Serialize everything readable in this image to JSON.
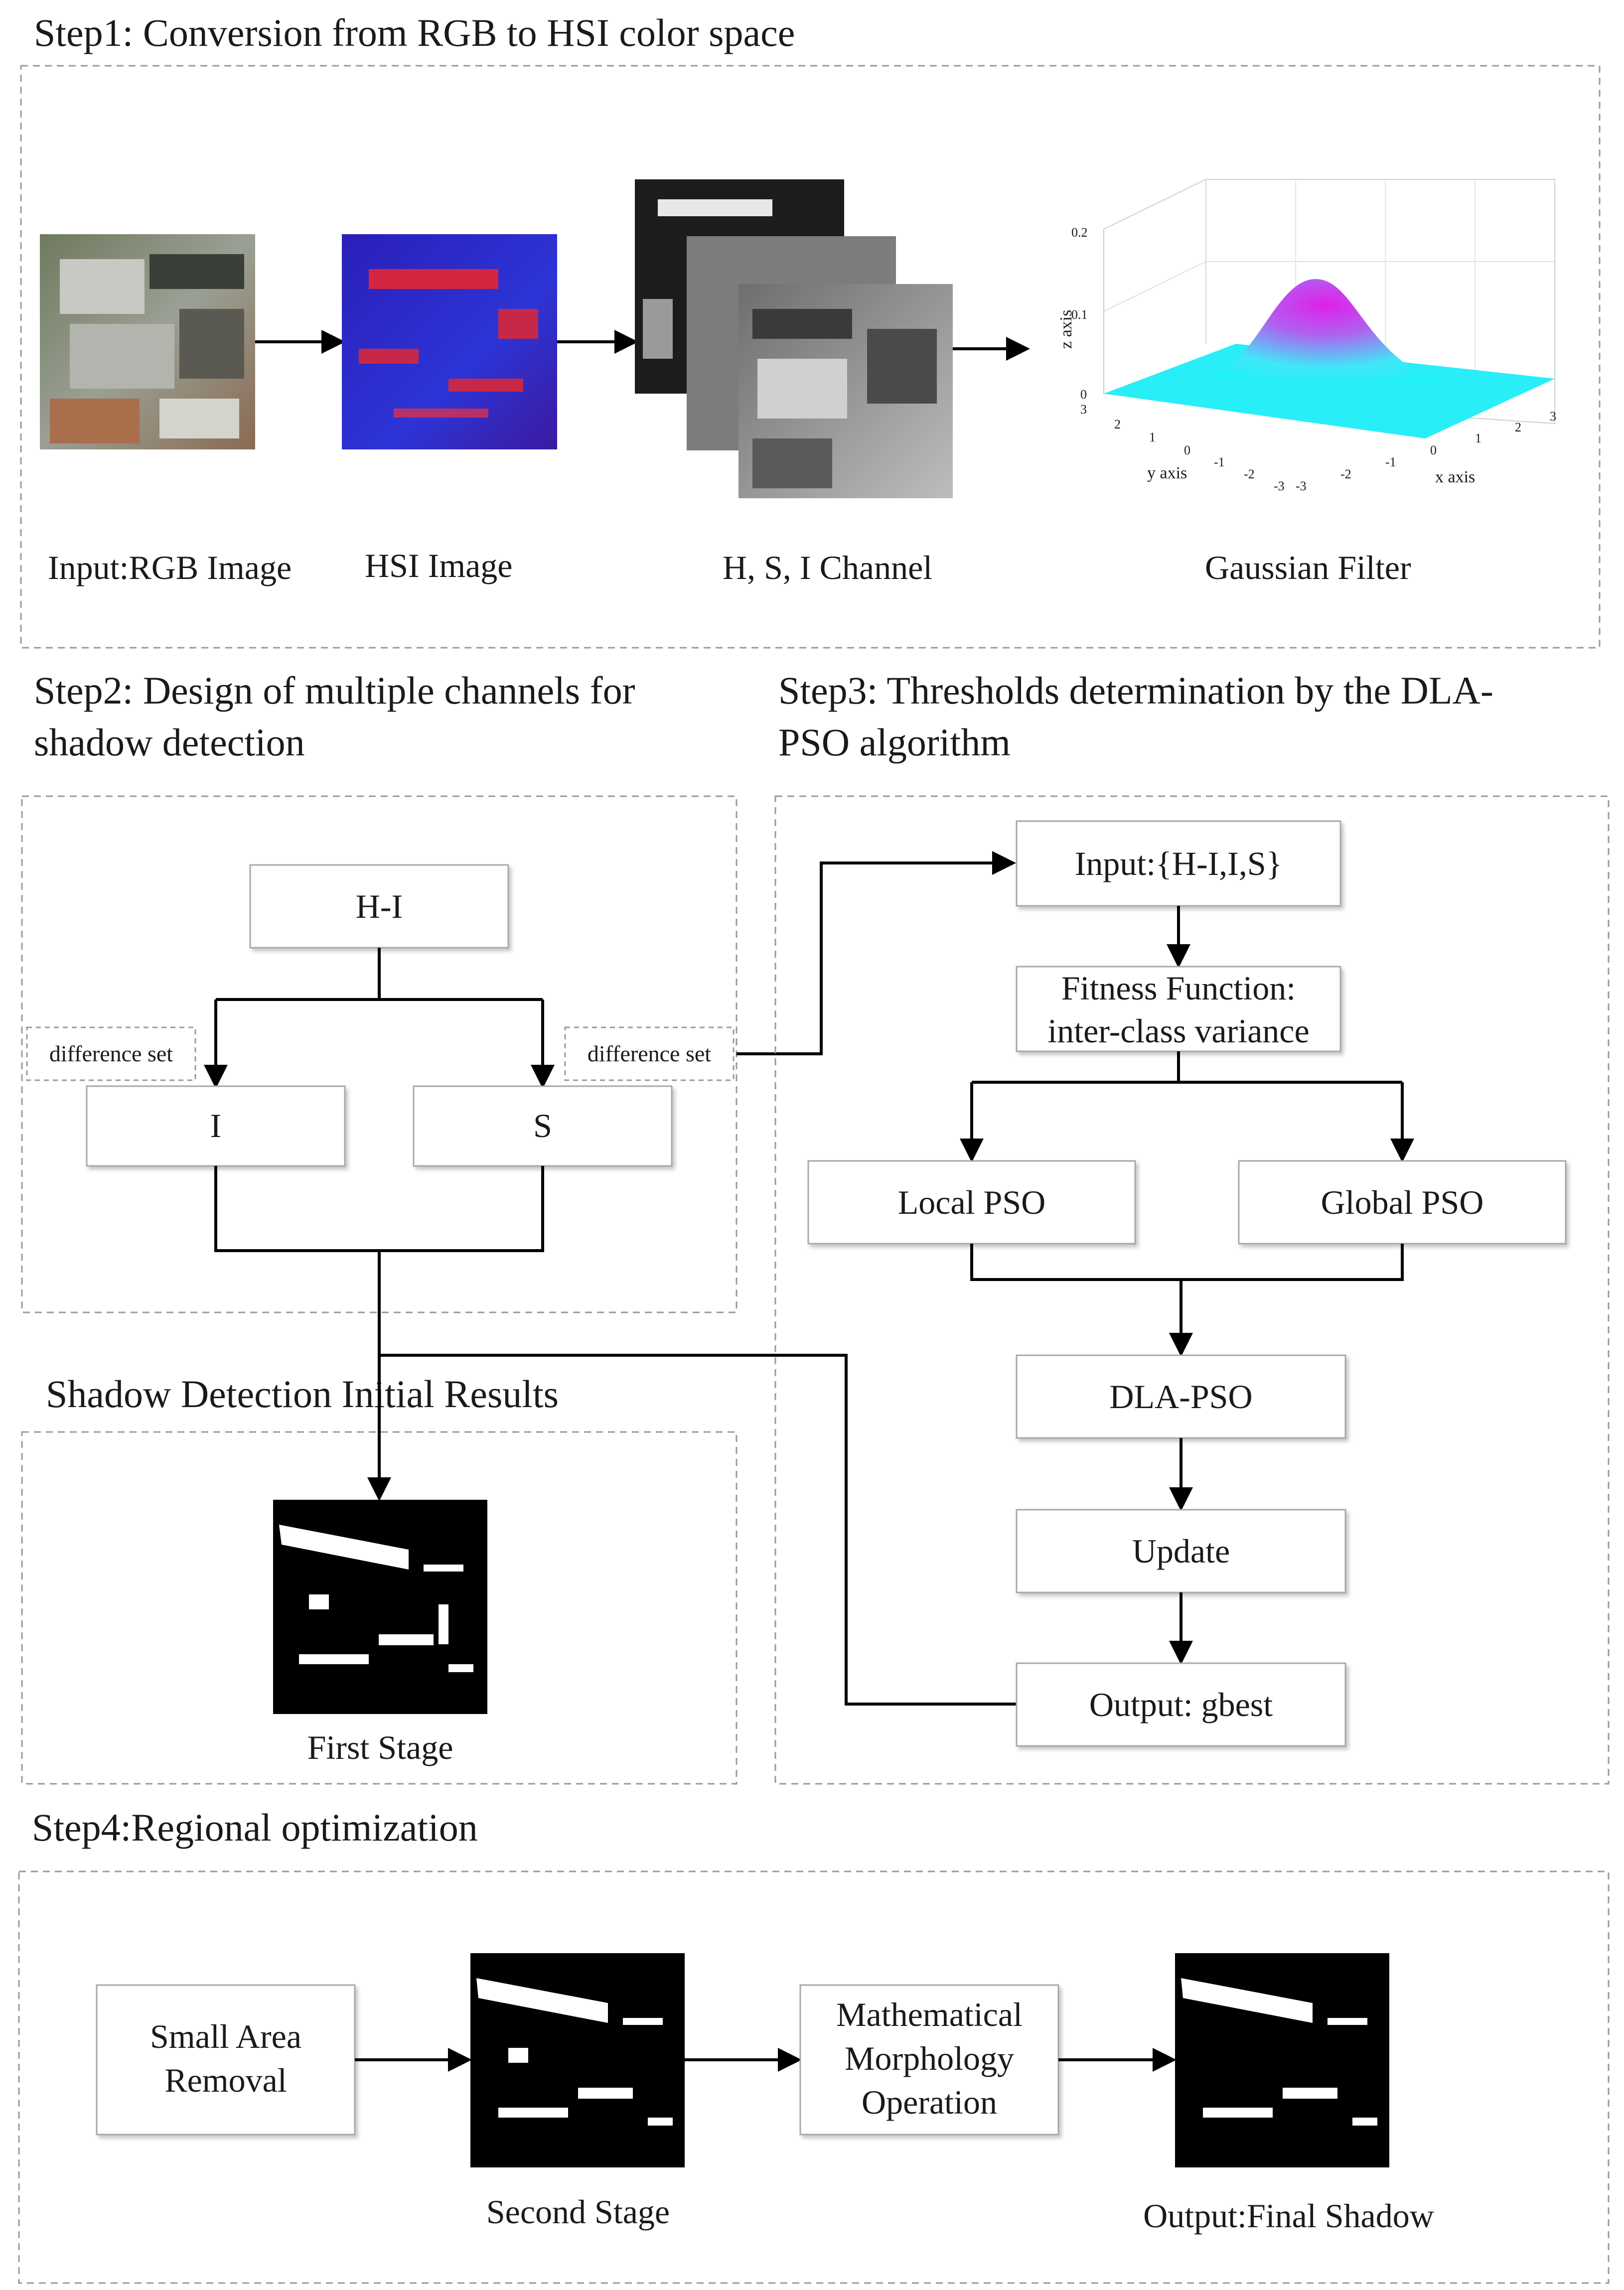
{
  "steps": {
    "step1": "Step1: Conversion from RGB to HSI color space",
    "step2_line1": "Step2: Design of multiple channels for",
    "step2_line2": "shadow detection",
    "step3_line1": "Step3: Thresholds determination by the DLA-",
    "step3_line2": "PSO algorithm",
    "initial_results": "Shadow Detection Initial Results",
    "step4": "Step4:Regional optimization"
  },
  "step1": {
    "rgb_caption": "Input:RGB Image",
    "hsi_caption": "HSI  Image",
    "channel_caption": "H, S, I Channel",
    "gaussian_caption": "Gaussian Filter",
    "plot": {
      "zlabel": "z axis",
      "ylabel": "y axis",
      "xlabel": "x axis",
      "zticks": [
        "0",
        "0.1",
        "0.2"
      ],
      "yticks": [
        "3",
        "2",
        "1",
        "0",
        "-1",
        "-2",
        "-3"
      ],
      "xticks": [
        "-3",
        "-2",
        "-1",
        "0",
        "1",
        "2",
        "3"
      ]
    }
  },
  "step2": {
    "hi_box": "H-I",
    "i_box": "I",
    "s_box": "S",
    "diff_left": "difference set",
    "diff_right": "difference set"
  },
  "step3": {
    "input_box": "Input:{H-I,I,S}",
    "fitness_line1": "Fitness Function:",
    "fitness_line2": "inter-class variance",
    "local_pso": "Local PSO",
    "global_pso": "Global PSO",
    "dla_pso": "DLA-PSO",
    "update": "Update",
    "output": "Output: gbest"
  },
  "initial": {
    "first_stage": "First Stage"
  },
  "step4": {
    "small_area_line1": "Small Area",
    "small_area_line2": "Removal",
    "second_stage": "Second Stage",
    "morph_line1": "Mathematical",
    "morph_line2": "Morphology",
    "morph_line3": "Operation",
    "final_shadow": "Output:Final Shadow"
  }
}
